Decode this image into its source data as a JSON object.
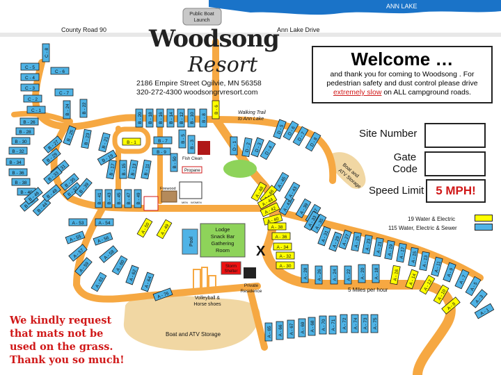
{
  "header": {
    "lake_label": "ANN LAKE",
    "boat_launch": [
      "Public Boat",
      "Launch"
    ],
    "road_left": "County Road 90",
    "road_right": "Ann Lake Drive"
  },
  "logo": {
    "title": "Woodsong",
    "subtitle": "Resort"
  },
  "contact": {
    "address": "2186  Empire Street Ogilvie,  MN  56358",
    "phone": "320-272-4300   woodsongrvresort.com"
  },
  "welcome": {
    "title": "Welcome …",
    "line1": "and thank you for coming to Woodsong .  For",
    "line2": "pedestrian safety and dust control please drive",
    "emph": "extremely slow",
    "line3_rest": " on ALL campground roads."
  },
  "form": {
    "site_number_label": "Site Number",
    "gate_label_1": "Gate",
    "gate_label_2": "Code",
    "speed_limit_label": "Speed Limit",
    "speed_limit_value": "5 MPH!"
  },
  "legend": [
    {
      "label": "19 Water & Electric",
      "color": "#ffff00"
    },
    {
      "label": "115 Water, Electric & Sewer",
      "color": "#4fb3e6"
    }
  ],
  "request": [
    "We kindly request",
    "that mats not be",
    "used on the grass.",
    "Thank you so much!"
  ],
  "colors": {
    "road": "#f6a842",
    "blue_site": "#4fb3e6",
    "yellow_site": "#ffff00",
    "lake": "#1a73c8",
    "storage": "#f1d7a3",
    "lodge": "#8ed35a",
    "red_text": "#d01818"
  },
  "map_labels": {
    "walking_trail": [
      "Walking Trail",
      "to Ann Lake"
    ],
    "boat_atv_storage_right": [
      "Boat and",
      "ATV Storage"
    ],
    "boat_atv_storage_bottom": "Boat and ATV Storage",
    "lodge": [
      "Lodge",
      "Snack Bar",
      "Gathering",
      "Room"
    ],
    "pool": "Pool",
    "storm_shelter": [
      "Storm",
      "Shelter"
    ],
    "private_residence": [
      "Private",
      "Residence"
    ],
    "volleyball": [
      "Volleyball &",
      "Horse shoes"
    ],
    "fish_clean": "Fish Clean",
    "propane": "Propane",
    "firewood": "Firewood",
    "men_women": [
      "MEN",
      "WOMEN"
    ],
    "five_mph": "5 Miles per hour",
    "x_mark": "X"
  },
  "sites": {
    "blue": [
      "C - 8",
      "C - 6",
      "C - 5",
      "C - 4",
      "C - 3",
      "C - 2",
      "C - 1",
      "C - 7",
      "B - 26",
      "B - 28",
      "B - 30",
      "B - 32",
      "B - 34",
      "B - 36",
      "B - 38",
      "B - 40",
      "B - 42",
      "B - 27",
      "B - 29",
      "B - 31",
      "B - 33",
      "B - 35",
      "B - 37",
      "B - 39",
      "B - 44",
      "B - 46",
      "B - 48",
      "B - 24",
      "B - 25",
      "B - 22",
      "B - 23",
      "B - 21",
      "B - 19",
      "B - 17",
      "B - 20",
      "B - 18",
      "B - 16",
      "B - 14",
      "B - 12",
      "B - 10",
      "B - 8",
      "B - 7",
      "B - 9",
      "B - 5",
      "B - 3",
      "B - 11",
      "B - 13",
      "B - 15",
      "B - 50",
      "B - 41",
      "B - 43",
      "B - 45",
      "B - 47",
      "B - 49",
      "D - 1",
      "D - 2",
      "D - 3",
      "D - 4",
      "D - 5",
      "D - 6",
      "D - 7",
      "D - 8",
      "A - 53",
      "A - 54",
      "A - 55",
      "A - 56",
      "A - 57",
      "A - 58",
      "A - 59",
      "A - 60",
      "A - 61",
      "A - 62",
      "A - 64",
      "A - 76",
      "A - 41",
      "A - 43",
      "A - 45",
      "A - 39",
      "A - 37",
      "A - 35",
      "A - 33",
      "A - 31",
      "A - 29",
      "A - 27",
      "A - 25",
      "A - 23",
      "A - 21",
      "A - 19",
      "A - 17",
      "A - 15",
      "A - 13",
      "A - 11",
      "A - 9",
      "A - 7",
      "A - 5",
      "A - 3",
      "A - 1",
      "A - 28",
      "A - 26",
      "A - 24",
      "A - 22",
      "A - 20",
      "A - 18",
      "A - 65",
      "A - 66",
      "A - 67",
      "A - 69",
      "A - 68",
      "A - 70",
      "A - 71",
      "A - 72",
      "A - 74",
      "A - 73",
      "A - 75"
    ],
    "yellow": [
      "B - 6",
      "B - 1",
      "A - 48",
      "A - 46",
      "A - 44",
      "A - 42",
      "A - 40",
      "A - 38",
      "A - 36",
      "A - 34",
      "A - 32",
      "A - 30",
      "A - 50",
      "A - 49",
      "A - 16",
      "A - 14",
      "A - 12",
      "A - 10",
      "A - 8"
    ]
  }
}
